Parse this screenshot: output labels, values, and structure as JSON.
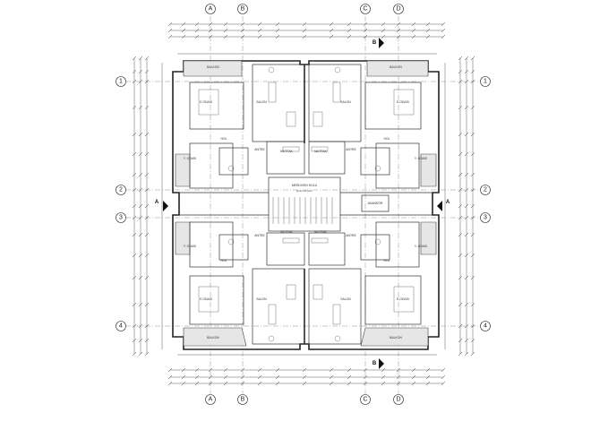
{
  "drawing": {
    "axis_columns": [
      "A",
      "B",
      "C",
      "D"
    ],
    "axis_rows": [
      "1",
      "2",
      "3",
      "4"
    ],
    "section_marker": "B",
    "section_marker_side": "A"
  },
  "rooms": {
    "salon_tl": "SALON",
    "salon_tr": "SALON",
    "salon_bl": "SALON",
    "salon_br": "SALON",
    "ebeveyn_tl": "E.ODASI",
    "ebeveyn_tr": "E.ODASI",
    "ebeveyn_bl": "E.ODASI",
    "ebeveyn_br": "E.ODASI",
    "yatak_tl": "Y. ODASI",
    "yatak_tr": "Y. ODASI",
    "yatak_bl": "Y. ODASI",
    "yatak_br": "Y. ODASI",
    "mutfak_tl": "MUTFAK",
    "mutfak_tr": "MUTFAK",
    "mutfak_bl": "MUTFAK",
    "mutfak_br": "MUTFAK",
    "antre_tl": "ANTRE",
    "antre_tr": "ANTRE",
    "antre_bl": "ANTRE",
    "antre_br": "ANTRE",
    "hol_tl": "HOL",
    "hol_tr": "HOL",
    "hol_bl": "HOL",
    "hol_br": "HOL",
    "balkon_tl": "BALKON",
    "balkon_tr": "BALKON",
    "balkon_bl": "BALKON",
    "balkon_br": "BALKON",
    "merdiven": "MERDIVEN HOLÜ",
    "merdiven_sub": "genel kat planı",
    "asansor": "ASANSÖR"
  },
  "colors": {
    "line": "#222222",
    "grid": "#777777",
    "balcony_fill": "#e6e6e6"
  }
}
